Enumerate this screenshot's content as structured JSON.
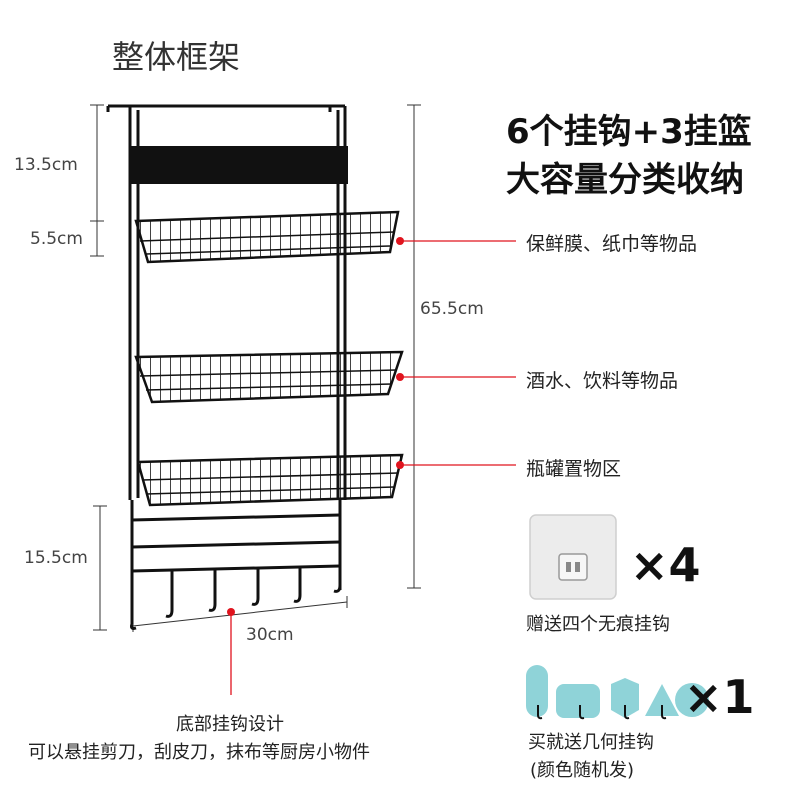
{
  "title": "整体框架",
  "headline": {
    "line1": "6个挂钩+3挂篮",
    "line2": "大容量分类收纳"
  },
  "dimensions": {
    "top_height": "13.5cm",
    "basket_height": "5.5cm",
    "total_height": "65.5cm",
    "hook_section_height": "15.5cm",
    "width": "30cm"
  },
  "callouts": [
    "保鲜膜、纸巾等物品",
    "酒水、饮料等物品",
    "瓶罐置物区"
  ],
  "bottom_note": {
    "line1": "底部挂钩设计",
    "line2": "可以悬挂剪刀，刮皮刀，抹布等厨房小物件"
  },
  "gift1": {
    "count": "×4",
    "caption": "赠送四个无痕挂钩"
  },
  "gift2": {
    "count": "×1",
    "caption_line1": "买就送几何挂钩",
    "caption_line2": "(颜色随机发)"
  },
  "colors": {
    "callout_dot": "#e0141e",
    "frame": "#111111",
    "gift_hook": "#8fd3d8"
  }
}
